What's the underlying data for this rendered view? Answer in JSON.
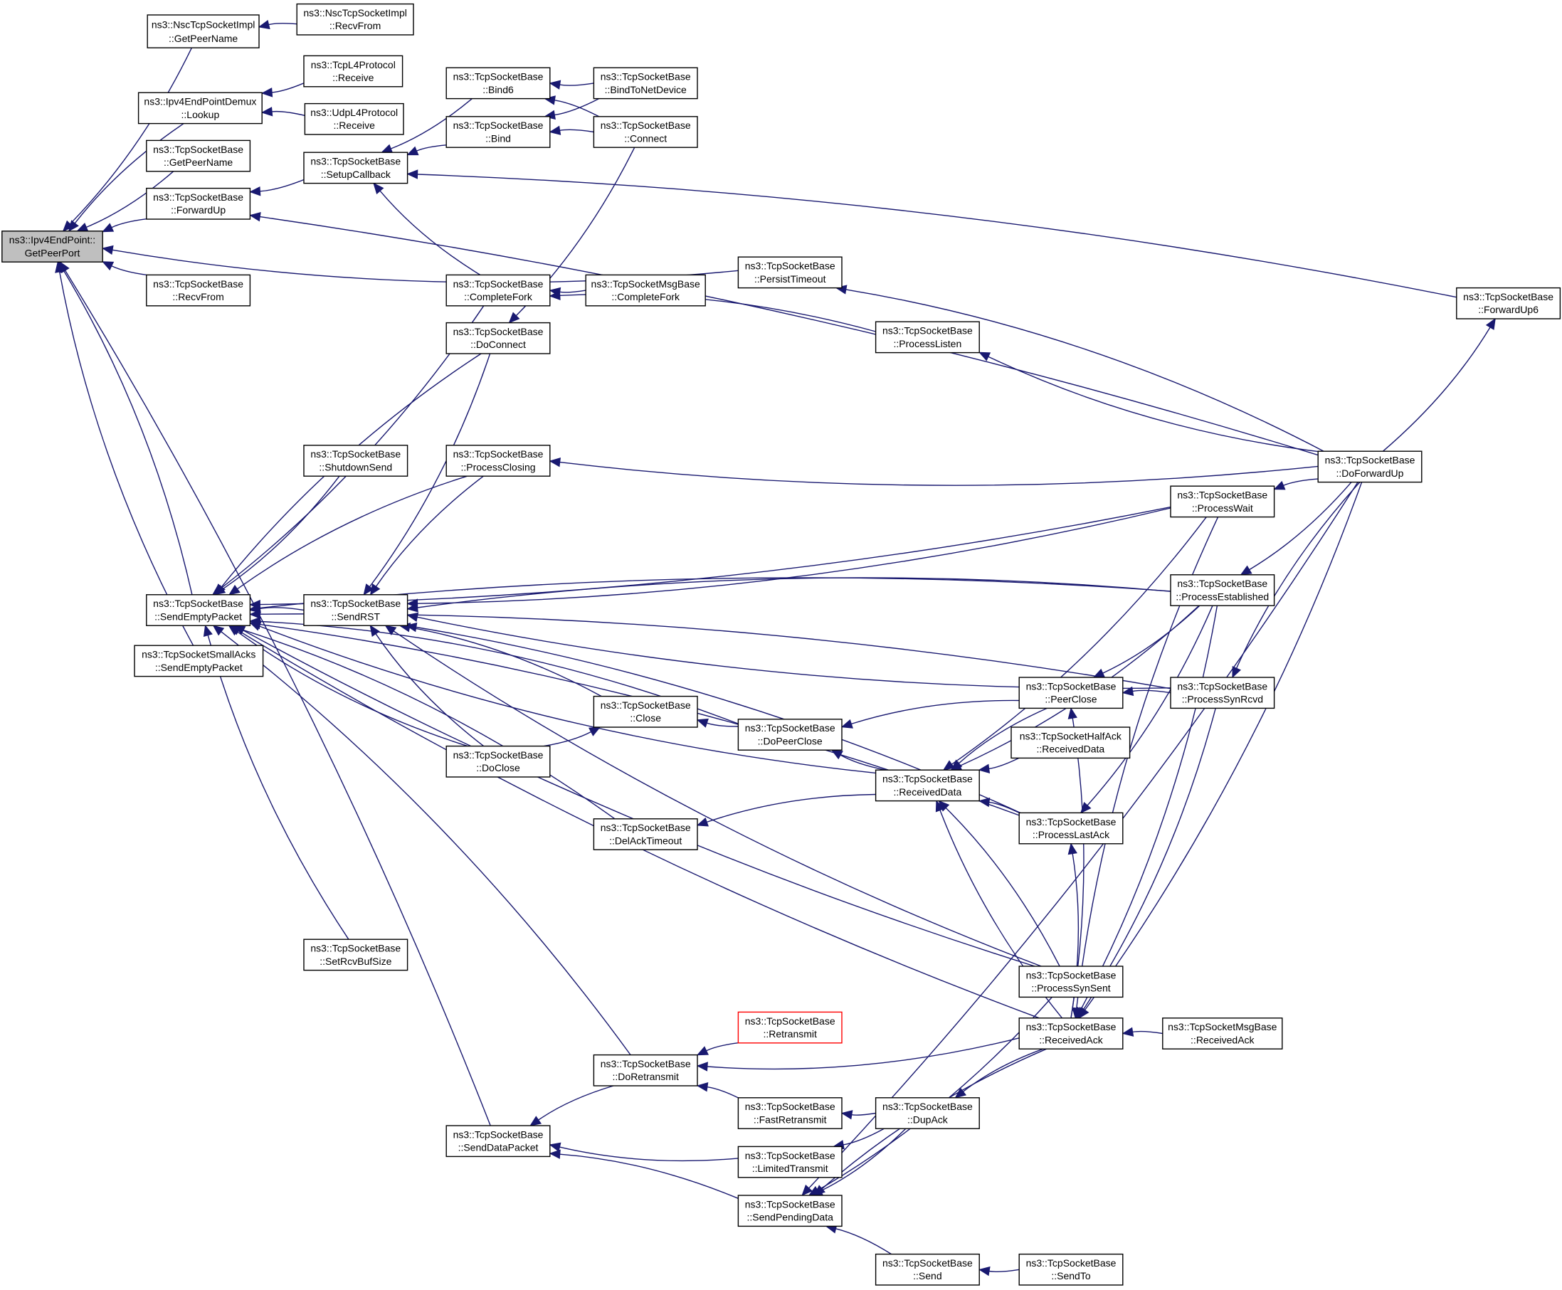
{
  "diagram": {
    "title": "",
    "colors": {
      "edge": "#191970",
      "root_fill": "#bfbfbf",
      "node_fill": "#ffffff",
      "highlight_border": "#ff0000"
    },
    "nodes": [
      {
        "id": "root",
        "l1": "ns3::Ipv4EndPoint::",
        "l2": "GetPeerPort",
        "root": true
      },
      {
        "id": "nsc_gpn",
        "l1": "ns3::NscTcpSocketImpl",
        "l2": "::GetPeerName"
      },
      {
        "id": "nsc_rf",
        "l1": "ns3::NscTcpSocketImpl",
        "l2": "::RecvFrom"
      },
      {
        "id": "demux",
        "l1": "ns3::Ipv4EndPointDemux",
        "l2": "::Lookup"
      },
      {
        "id": "tcpl4",
        "l1": "ns3::TcpL4Protocol",
        "l2": "::Receive"
      },
      {
        "id": "udpl4",
        "l1": "ns3::UdpL4Protocol",
        "l2": "::Receive"
      },
      {
        "id": "gpn",
        "l1": "ns3::TcpSocketBase",
        "l2": "::GetPeerName"
      },
      {
        "id": "fwdup",
        "l1": "ns3::TcpSocketBase",
        "l2": "::ForwardUp"
      },
      {
        "id": "recvfrom",
        "l1": "ns3::TcpSocketBase",
        "l2": "::RecvFrom"
      },
      {
        "id": "sep",
        "l1": "ns3::TcpSocketBase",
        "l2": "::SendEmptyPacket"
      },
      {
        "id": "small",
        "l1": "ns3::TcpSocketSmallAcks",
        "l2": "::SendEmptyPacket"
      },
      {
        "id": "setup",
        "l1": "ns3::TcpSocketBase",
        "l2": "::SetupCallback"
      },
      {
        "id": "bind6",
        "l1": "ns3::TcpSocketBase",
        "l2": "::Bind6"
      },
      {
        "id": "bind",
        "l1": "ns3::TcpSocketBase",
        "l2": "::Bind"
      },
      {
        "id": "b2nd",
        "l1": "ns3::TcpSocketBase",
        "l2": "::BindToNetDevice"
      },
      {
        "id": "connect",
        "l1": "ns3::TcpSocketBase",
        "l2": "::Connect"
      },
      {
        "id": "cfork",
        "l1": "ns3::TcpSocketBase",
        "l2": "::CompleteFork"
      },
      {
        "id": "msgfork",
        "l1": "ns3::TcpSocketMsgBase",
        "l2": "::CompleteFork"
      },
      {
        "id": "doconn",
        "l1": "ns3::TcpSocketBase",
        "l2": "::DoConnect"
      },
      {
        "id": "persist",
        "l1": "ns3::TcpSocketBase",
        "l2": "::PersistTimeout"
      },
      {
        "id": "plisten",
        "l1": "ns3::TcpSocketBase",
        "l2": "::ProcessListen"
      },
      {
        "id": "fwdup6",
        "l1": "ns3::TcpSocketBase",
        "l2": "::ForwardUp6"
      },
      {
        "id": "dofwd",
        "l1": "ns3::TcpSocketBase",
        "l2": "::DoForwardUp"
      },
      {
        "id": "shut",
        "l1": "ns3::TcpSocketBase",
        "l2": "::ShutdownSend"
      },
      {
        "id": "pclosing",
        "l1": "ns3::TcpSocketBase",
        "l2": "::ProcessClosing"
      },
      {
        "id": "pwait",
        "l1": "ns3::TcpSocketBase",
        "l2": "::ProcessWait"
      },
      {
        "id": "rst",
        "l1": "ns3::TcpSocketBase",
        "l2": "::SendRST"
      },
      {
        "id": "pest",
        "l1": "ns3::TcpSocketBase",
        "l2": "::ProcessEstablished"
      },
      {
        "id": "close",
        "l1": "ns3::TcpSocketBase",
        "l2": "::Close"
      },
      {
        "id": "doclose",
        "l1": "ns3::TcpSocketBase",
        "l2": "::DoClose"
      },
      {
        "id": "dopeer",
        "l1": "ns3::TcpSocketBase",
        "l2": "::DoPeerClose"
      },
      {
        "id": "peerclose",
        "l1": "ns3::TcpSocketBase",
        "l2": "::PeerClose"
      },
      {
        "id": "psynrcvd",
        "l1": "ns3::TcpSocketBase",
        "l2": "::ProcessSynRcvd"
      },
      {
        "id": "halfack",
        "l1": "ns3::TcpSocketHalfAck",
        "l2": "::ReceivedData"
      },
      {
        "id": "rdata",
        "l1": "ns3::TcpSocketBase",
        "l2": "::ReceivedData"
      },
      {
        "id": "plast",
        "l1": "ns3::TcpSocketBase",
        "l2": "::ProcessLastAck"
      },
      {
        "id": "delack",
        "l1": "ns3::TcpSocketBase",
        "l2": "::DelAckTimeout"
      },
      {
        "id": "rcvbuf",
        "l1": "ns3::TcpSocketBase",
        "l2": "::SetRcvBufSize"
      },
      {
        "id": "psynsent",
        "l1": "ns3::TcpSocketBase",
        "l2": "::ProcessSynSent"
      },
      {
        "id": "retrans",
        "l1": "ns3::TcpSocketBase",
        "l2": "::Retransmit",
        "red": true
      },
      {
        "id": "rack",
        "l1": "ns3::TcpSocketBase",
        "l2": "::ReceivedAck"
      },
      {
        "id": "msgrack",
        "l1": "ns3::TcpSocketMsgBase",
        "l2": "::ReceivedAck"
      },
      {
        "id": "doretr",
        "l1": "ns3::TcpSocketBase",
        "l2": "::DoRetransmit"
      },
      {
        "id": "fastretr",
        "l1": "ns3::TcpSocketBase",
        "l2": "::FastRetransmit"
      },
      {
        "id": "dupack",
        "l1": "ns3::TcpSocketBase",
        "l2": "::DupAck"
      },
      {
        "id": "sdp",
        "l1": "ns3::TcpSocketBase",
        "l2": "::SendDataPacket"
      },
      {
        "id": "ltrans",
        "l1": "ns3::TcpSocketBase",
        "l2": "::LimitedTransmit"
      },
      {
        "id": "spd",
        "l1": "ns3::TcpSocketBase",
        "l2": "::SendPendingData"
      },
      {
        "id": "send",
        "l1": "ns3::TcpSocketBase",
        "l2": "::Send"
      },
      {
        "id": "sendto",
        "l1": "ns3::TcpSocketBase",
        "l2": "::SendTo"
      }
    ],
    "edges": [
      [
        "nsc_gpn",
        "root"
      ],
      [
        "demux",
        "root"
      ],
      [
        "gpn",
        "root"
      ],
      [
        "fwdup",
        "root"
      ],
      [
        "recvfrom",
        "root"
      ],
      [
        "sep",
        "root"
      ],
      [
        "small",
        "root"
      ],
      [
        "sdp",
        "root"
      ],
      [
        "persist",
        "root"
      ],
      [
        "nsc_rf",
        "nsc_gpn"
      ],
      [
        "tcpl4",
        "demux"
      ],
      [
        "udpl4",
        "demux"
      ],
      [
        "setup",
        "fwdup"
      ],
      [
        "dofwd",
        "fwdup"
      ],
      [
        "bind6",
        "setup"
      ],
      [
        "bind",
        "setup"
      ],
      [
        "cfork",
        "setup"
      ],
      [
        "fwdup6",
        "setup"
      ],
      [
        "b2nd",
        "bind6"
      ],
      [
        "connect",
        "bind6"
      ],
      [
        "b2nd",
        "bind"
      ],
      [
        "connect",
        "bind"
      ],
      [
        "msgfork",
        "cfork"
      ],
      [
        "plisten",
        "cfork"
      ],
      [
        "connect",
        "doconn"
      ],
      [
        "dofwd",
        "persist"
      ],
      [
        "dofwd",
        "plisten"
      ],
      [
        "dofwd",
        "fwdup6"
      ],
      [
        "dofwd",
        "pclosing"
      ],
      [
        "dofwd",
        "pwait"
      ],
      [
        "dofwd",
        "pest"
      ],
      [
        "dofwd",
        "psynrcvd"
      ],
      [
        "dofwd",
        "spd"
      ],
      [
        "rst",
        "sep"
      ],
      [
        "cfork",
        "sep"
      ],
      [
        "doconn",
        "sep"
      ],
      [
        "shut",
        "sep"
      ],
      [
        "pclosing",
        "sep"
      ],
      [
        "pwait",
        "sep"
      ],
      [
        "pest",
        "sep"
      ],
      [
        "doclose",
        "sep"
      ],
      [
        "dopeer",
        "sep"
      ],
      [
        "rdata",
        "sep"
      ],
      [
        "delack",
        "sep"
      ],
      [
        "rcvbuf",
        "sep"
      ],
      [
        "plast",
        "sep"
      ],
      [
        "psynsent",
        "sep"
      ],
      [
        "psynrcvd",
        "sep"
      ],
      [
        "rack",
        "sep"
      ],
      [
        "doretr",
        "sep"
      ],
      [
        "doconn",
        "rst"
      ],
      [
        "pclosing",
        "rst"
      ],
      [
        "pwait",
        "rst"
      ],
      [
        "pest",
        "rst"
      ],
      [
        "psynrcvd",
        "rst"
      ],
      [
        "close",
        "rst"
      ],
      [
        "doclose",
        "rst"
      ],
      [
        "plast",
        "rst"
      ],
      [
        "psynsent",
        "rst"
      ],
      [
        "doclose",
        "close"
      ],
      [
        "dopeer",
        "close"
      ],
      [
        "peerclose",
        "dopeer"
      ],
      [
        "rdata",
        "dopeer"
      ],
      [
        "psynrcvd",
        "peerclose"
      ],
      [
        "pest",
        "peerclose"
      ],
      [
        "rack",
        "peerclose"
      ],
      [
        "halfack",
        "rdata"
      ],
      [
        "plast",
        "rdata"
      ],
      [
        "pwait",
        "rdata"
      ],
      [
        "peerclose",
        "rdata"
      ],
      [
        "pest",
        "rdata"
      ],
      [
        "psynsent",
        "rdata"
      ],
      [
        "rack",
        "rdata"
      ],
      [
        "rdata",
        "delack"
      ],
      [
        "pest",
        "plast"
      ],
      [
        "rack",
        "plast"
      ],
      [
        "psynrcvd",
        "rack"
      ],
      [
        "msgrack",
        "rack"
      ],
      [
        "pest",
        "rack"
      ],
      [
        "pwait",
        "rack"
      ],
      [
        "dofwd",
        "rack"
      ],
      [
        "retrans",
        "doretr"
      ],
      [
        "rack",
        "doretr"
      ],
      [
        "fastretr",
        "doretr"
      ],
      [
        "dupack",
        "fastretr"
      ],
      [
        "rack",
        "dupack"
      ],
      [
        "dupack",
        "ltrans"
      ],
      [
        "doretr",
        "sdp"
      ],
      [
        "ltrans",
        "sdp"
      ],
      [
        "spd",
        "sdp"
      ],
      [
        "dupack",
        "spd"
      ],
      [
        "rack",
        "spd"
      ],
      [
        "psynsent",
        "spd"
      ],
      [
        "send",
        "spd"
      ],
      [
        "sendto",
        "send"
      ]
    ]
  }
}
